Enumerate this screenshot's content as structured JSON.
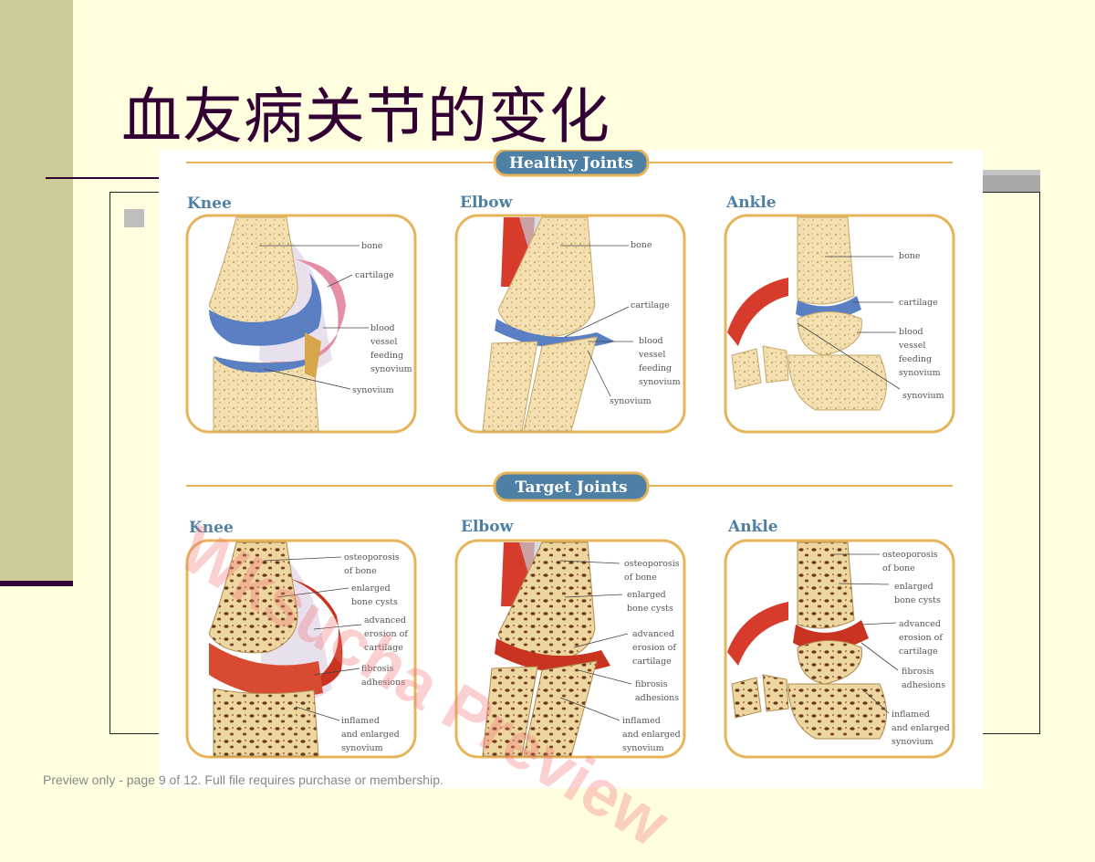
{
  "slide": {
    "title": "血友病关节的变化",
    "footer": "Preview only - page 9 of 12. Full file requires purchase or membership.",
    "watermark": "Wksucha Preview"
  },
  "figure": {
    "healthy_banner": "Healthy Joints",
    "target_banner": "Target Joints",
    "healthy": {
      "knee": {
        "title": "Knee",
        "labels": [
          "bone",
          "cartilage",
          "blood",
          "vessel",
          "feeding",
          "synovium",
          "synovium"
        ]
      },
      "elbow": {
        "title": "Elbow",
        "labels": [
          "bone",
          "cartilage",
          "blood",
          "vessel",
          "feeding",
          "synovium",
          "synovium"
        ]
      },
      "ankle": {
        "title": "Ankle",
        "labels": [
          "bone",
          "cartilage",
          "blood",
          "vessel",
          "feeding",
          "synovium",
          "synovium"
        ]
      }
    },
    "target": {
      "knee": {
        "title": "Knee",
        "labels": [
          "osteoporosis",
          "of bone",
          "enlarged",
          "bone cysts",
          "advanced",
          "erosion of",
          "cartilage",
          "fibrosis",
          "adhesions",
          "inflamed",
          "and enlarged",
          "synovium"
        ]
      },
      "elbow": {
        "title": "Elbow",
        "labels": [
          "osteoporosis",
          "of bone",
          "enlarged",
          "bone cysts",
          "advanced",
          "erosion of",
          "cartilage",
          "fibrosis",
          "adhesions",
          "inflamed",
          "and enlarged",
          "synovium"
        ]
      },
      "ankle": {
        "title": "Ankle",
        "labels": [
          "osteoporosis",
          "of bone",
          "enlarged",
          "bone cysts",
          "advanced",
          "erosion of",
          "cartilage",
          "fibrosis",
          "adhesions",
          "inflamed",
          "and enlarged",
          "synovium"
        ]
      }
    }
  }
}
